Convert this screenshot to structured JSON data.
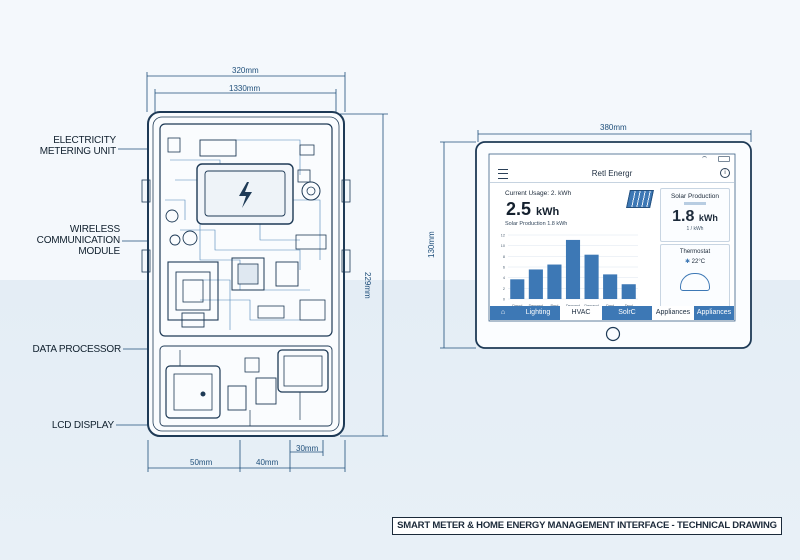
{
  "labels": {
    "metering_unit": [
      "ELECTRICITY",
      "METERING UNIT"
    ],
    "wireless": [
      "WIRELESS",
      "COMMUNICATION",
      "MODULE"
    ],
    "processor": "DATA PROCESSOR",
    "lcd": "LCD DISPLAY"
  },
  "dimensions": {
    "top_outer": "320mm",
    "top_inner": "1330mm",
    "right_height": "229mm",
    "bottom_a": "50mm",
    "bottom_b": "40mm",
    "bottom_c": "30mm",
    "tablet_width": "380mm",
    "tablet_height": "130mm"
  },
  "tablet": {
    "title": "Retl Energr",
    "current_usage_label": "Current Usage: 2. kWh",
    "current_value": "2.5",
    "current_unit": "kWh",
    "solar_sub": "Solar Production 1.8 kWh",
    "solar_title": "Solar Production",
    "solar_value": "1.8",
    "solar_unit": "kWh",
    "solar_note": "1 / kWh",
    "thermostat_title": "Thermostat",
    "thermostat_value": "22°C",
    "tabs": [
      "Lighting",
      "HVAC",
      "SolrC",
      "Appliances",
      "Appliances"
    ],
    "accent_color": "#3d78b5"
  },
  "chart_data": {
    "type": "bar",
    "categories": [
      "Dmod",
      "Demand",
      "Pmd",
      "Demand",
      "Demand",
      "Dmd",
      "Dmd"
    ],
    "values": [
      4,
      6,
      7,
      12,
      9,
      5,
      3
    ],
    "ytick_labels": [
      "12",
      "10",
      "8",
      "6",
      "4",
      "2",
      "0"
    ],
    "ylim": [
      0,
      13
    ]
  },
  "caption": "SMART METER & HOME ENERGY MANAGEMENT INTERFACE - TECHNICAL DRAWING"
}
